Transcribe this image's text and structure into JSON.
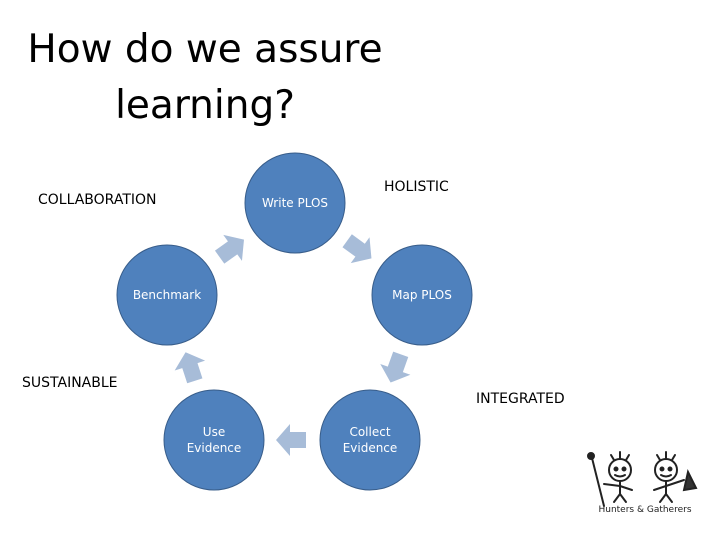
{
  "title_lines": [
    "How do we assure",
    "learning?"
  ],
  "labels": {
    "collaboration": "COLLABORATION",
    "holistic": "HOLISTIC",
    "sustainable": "SUSTAINABLE",
    "integrated": "INTEGRATED"
  },
  "cycle": {
    "nodes": [
      {
        "id": "write-plos",
        "lines": [
          "Write PLOS"
        ]
      },
      {
        "id": "map-plos",
        "lines": [
          "Map PLOS"
        ]
      },
      {
        "id": "collect-evidence",
        "lines": [
          "Collect",
          "Evidence"
        ]
      },
      {
        "id": "use-evidence",
        "lines": [
          "Use",
          "Evidence"
        ]
      },
      {
        "id": "benchmark",
        "lines": [
          "Benchmark"
        ]
      }
    ],
    "node_color": "#4f81bd",
    "node_border": "#385d8a",
    "arrow_color": "#a7bcd8",
    "node_text_color": "#ffffff"
  },
  "logo": {
    "text": "Hunters & Gatherers"
  }
}
